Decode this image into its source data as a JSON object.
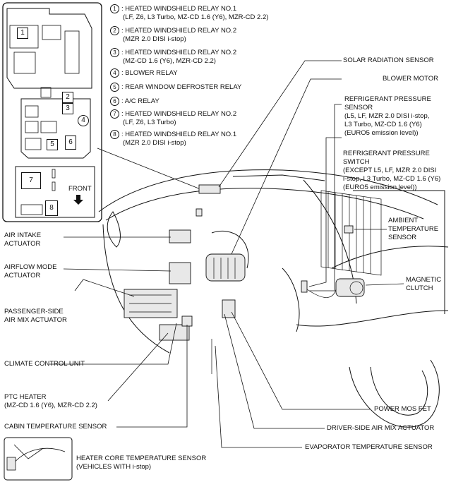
{
  "legend": [
    {
      "num": "1",
      "text": ": HEATED WINDSHIELD RELAY NO.1",
      "detail": "(LF, Z6, L3 Turbo, MZ-CD 1.6 (Y6), MZR-CD 2.2)"
    },
    {
      "num": "2",
      "text": ": HEATED WINDSHIELD RELAY NO.2",
      "detail": "(MZR 2.0 DISI i-stop)"
    },
    {
      "num": "3",
      "text": ": HEATED WINDSHIELD RELAY NO.2",
      "detail": "(MZ-CD 1.6 (Y6), MZR-CD 2.2)"
    },
    {
      "num": "4",
      "text": ": BLOWER RELAY",
      "detail": ""
    },
    {
      "num": "5",
      "text": ": REAR WINDOW DEFROSTER RELAY",
      "detail": ""
    },
    {
      "num": "6",
      "text": ": A/C RELAY",
      "detail": ""
    },
    {
      "num": "7",
      "text": ": HEATED WINDSHIELD RELAY NO.2",
      "detail": "(LF, Z6, L3 Turbo)"
    },
    {
      "num": "8",
      "text": ": HEATED WINDSHIELD RELAY NO.1",
      "detail": "(MZR 2.0 DISI i-stop)"
    }
  ],
  "inset": {
    "front_label": "FRONT",
    "numbers": [
      "1",
      "2",
      "3",
      "4",
      "5",
      "6",
      "7",
      "8"
    ]
  },
  "labels_right": {
    "solar": "SOLAR RADIATION SENSOR",
    "blower": "BLOWER MOTOR",
    "rps": [
      "REFRIGERANT PRESSURE",
      "SENSOR",
      "(L5, LF, MZR 2.0 DISI i-stop,",
      "L3 Turbo, MZ-CD 1.6 (Y6)",
      "(EURO5 emission level))"
    ],
    "rpsw": [
      "REFRIGERANT PRESSURE",
      "SWITCH",
      "(EXCEPT L5, LF, MZR 2.0 DISI",
      "i-stop, L3 Turbo, MZ-CD 1.6 (Y6)",
      "(EURO5 emission level))"
    ],
    "ambient": [
      "AMBIENT",
      "TEMPERATURE",
      "SENSOR"
    ],
    "clutch": [
      "MAGNETIC",
      "CLUTCH"
    ],
    "mosfet": "POWER MOS FET",
    "driver_mix": "DRIVER-SIDE AIR MIX ACTUATOR",
    "evap": "EVAPORATOR TEMPERATURE SENSOR"
  },
  "labels_left": {
    "air_intake": [
      "AIR INTAKE",
      "ACTUATOR"
    ],
    "airflow": [
      "AIRFLOW MODE",
      "ACTUATOR"
    ],
    "pass_mix": [
      "PASSENGER-SIDE",
      "AIR MIX ACTUATOR"
    ],
    "ccu": "CLIMATE CONTROL UNIT",
    "ptc": [
      "PTC HEATER",
      "(MZ-CD 1.6 (Y6), MZR-CD 2.2)"
    ],
    "cabin": "CABIN TEMPERATURE SENSOR",
    "heater_core": [
      "HEATER CORE TEMPERATURE SENSOR",
      "(VEHICLES WITH i-stop)"
    ]
  }
}
